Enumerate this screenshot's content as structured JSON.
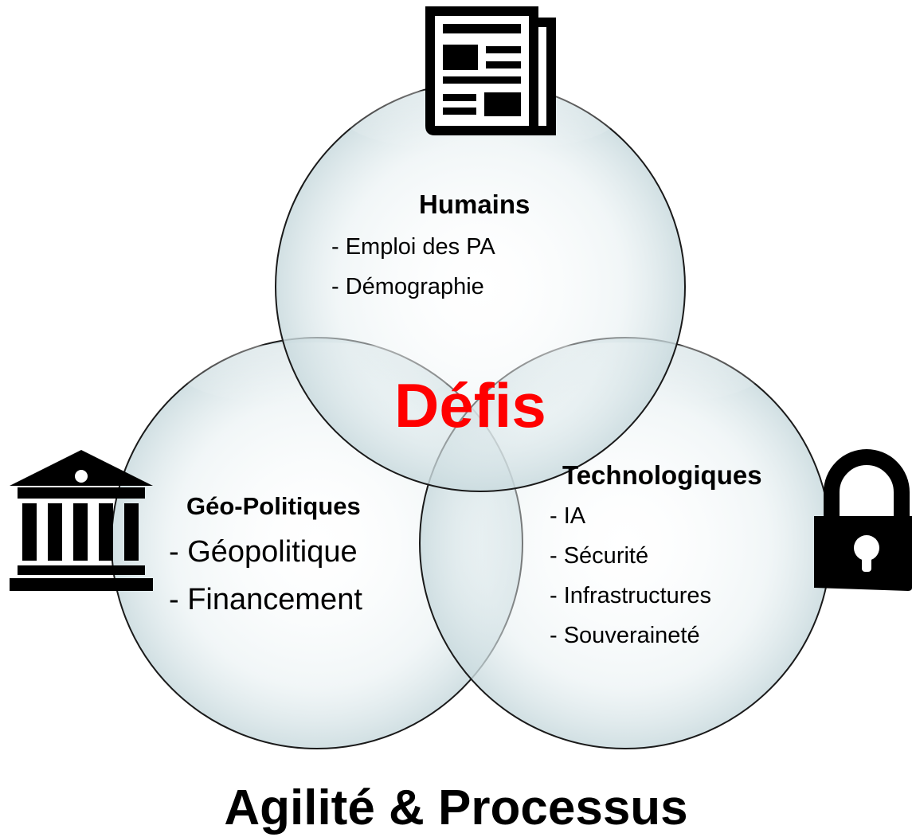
{
  "colors": {
    "center_word": "#ff0000",
    "circle_fill": "#dde9ec",
    "circle_stroke": "#1a1a1a",
    "icon": "#000000"
  },
  "center_word": "Défis",
  "bottom_title": "Agilité & Processus",
  "circles": {
    "top": {
      "title": "Humains",
      "items": [
        "- Emploi des PA",
        "- Démographie"
      ],
      "icon": "newspaper-icon"
    },
    "left": {
      "title": "Géo-Politiques",
      "items": [
        "- Géopolitique",
        "- Financement"
      ],
      "icon": "bank-building-icon"
    },
    "right": {
      "title": "Technologiques",
      "items": [
        "- IA",
        "- Sécurité",
        "- Infrastructures",
        "- Souveraineté"
      ],
      "icon": "padlock-icon"
    }
  }
}
